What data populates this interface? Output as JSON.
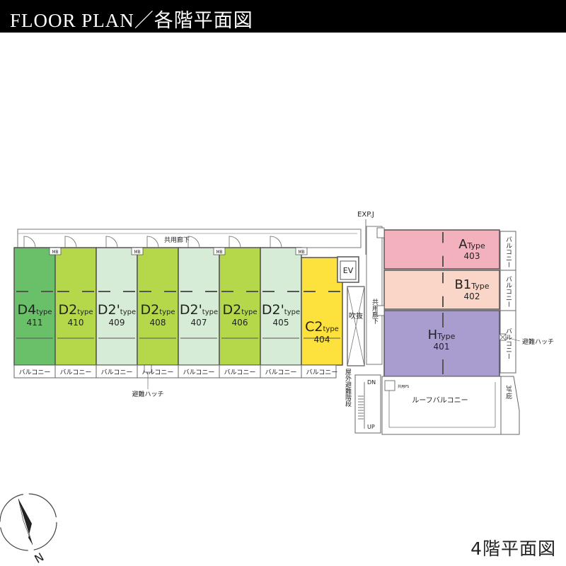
{
  "header": {
    "title_en": "FLOOR PLAN",
    "separator": "／",
    "title_ja": "各階平面図"
  },
  "floor_label": "4階平面図",
  "labels": {
    "corridor_top": "共用廊下",
    "corridor_right": "共用廊下",
    "exp_j": "EXP.J",
    "ev": "EV",
    "fukinuke": "吹抜",
    "escape_hatch_bottom": "避難ハッチ",
    "escape_hatch_right": "避難ハッチ",
    "outdoor_stairs": "屋外避難階段",
    "dn": "DN",
    "up": "UP",
    "roof_balcony": "ルーフバルコニー",
    "third_floor_eave": "3F庇",
    "shared_ps": "共用PS",
    "mb": "MB",
    "balcony": "バルコニー",
    "compass_n": "N"
  },
  "units_left": [
    {
      "type_main": "D4",
      "type_suffix": "type",
      "prime": "",
      "number": "411",
      "color": "#6abf69"
    },
    {
      "type_main": "D2",
      "type_suffix": "type",
      "prime": "",
      "number": "410",
      "color": "#b5d84a"
    },
    {
      "type_main": "D2",
      "type_suffix": "type",
      "prime": "'",
      "number": "409",
      "color": "#d7ecd7"
    },
    {
      "type_main": "D2",
      "type_suffix": "type",
      "prime": "",
      "number": "408",
      "color": "#b5d84a"
    },
    {
      "type_main": "D2",
      "type_suffix": "type",
      "prime": "'",
      "number": "407",
      "color": "#d7ecd7"
    },
    {
      "type_main": "D2",
      "type_suffix": "type",
      "prime": "",
      "number": "406",
      "color": "#b5d84a"
    },
    {
      "type_main": "D2",
      "type_suffix": "type",
      "prime": "'",
      "number": "405",
      "color": "#d7ecd7"
    },
    {
      "type_main": "C2",
      "type_suffix": "type",
      "prime": "",
      "number": "404",
      "color": "#fde23d"
    }
  ],
  "units_right": [
    {
      "type_main": "A",
      "type_suffix": "Type",
      "number": "403",
      "color": "#f3b1bd"
    },
    {
      "type_main": "B1",
      "type_suffix": "Type",
      "number": "402",
      "color": "#f9d6c7"
    },
    {
      "type_main": "H",
      "type_suffix": "Type",
      "number": "401",
      "color": "#a99ccf"
    }
  ]
}
